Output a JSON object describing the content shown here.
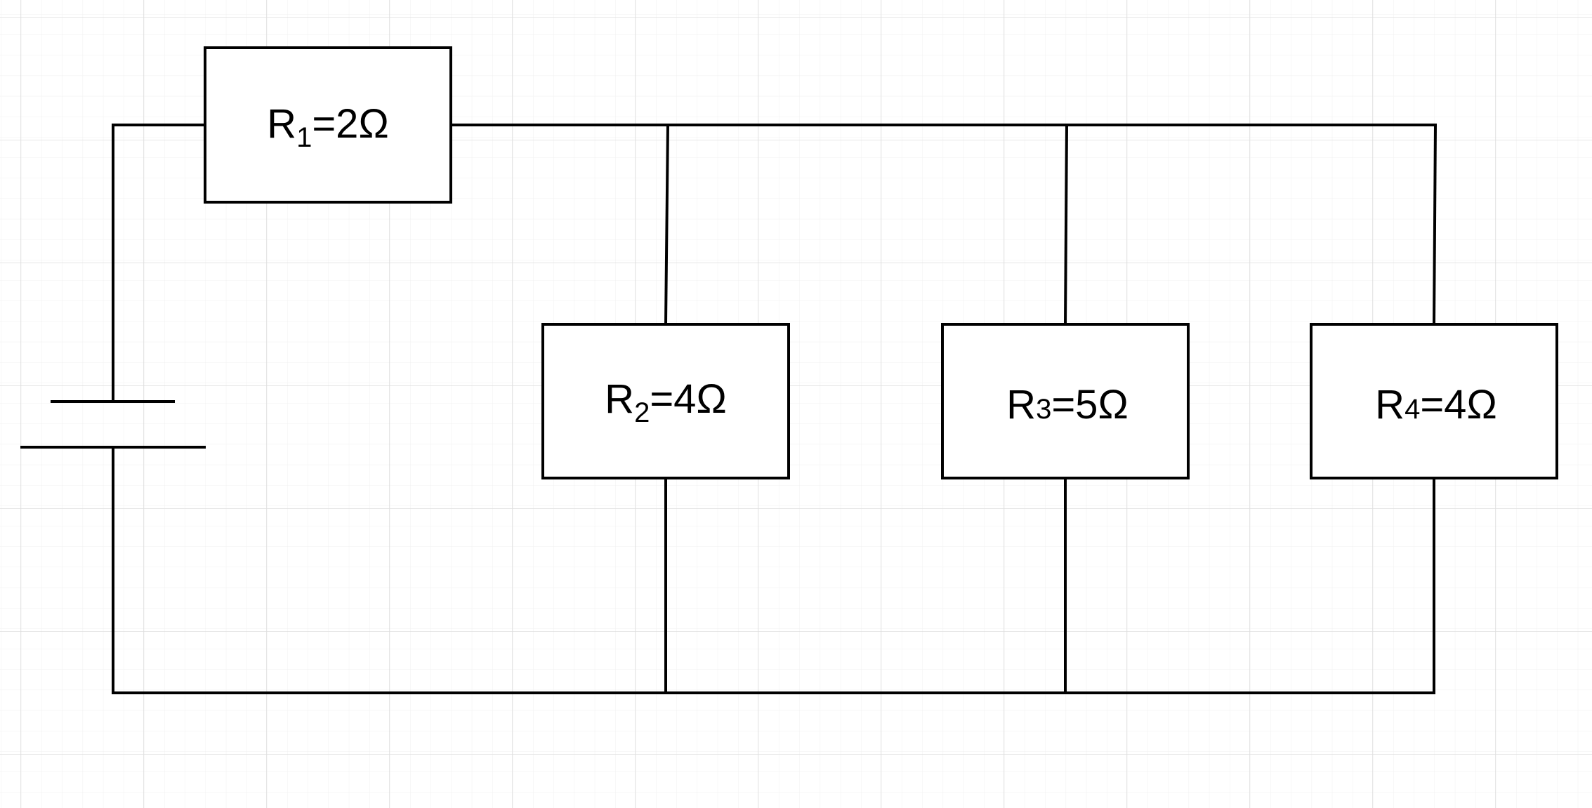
{
  "colors": {
    "background": "#ffffff",
    "grid": "#e6e6e6",
    "stroke": "#000000"
  },
  "diagram": {
    "type": "circuit",
    "source": {
      "symbol": "battery-icon"
    },
    "resistors": [
      {
        "letter": "R",
        "index": "1",
        "value": "=2Ω",
        "connection": "series"
      },
      {
        "letter": "R",
        "index": "2",
        "value": "=4Ω",
        "connection": "parallel"
      },
      {
        "letter": "R",
        "index": "3",
        "value": "=5Ω",
        "connection": "parallel"
      },
      {
        "letter": "R",
        "index": "4",
        "value": "=4Ω",
        "connection": "parallel"
      }
    ]
  }
}
